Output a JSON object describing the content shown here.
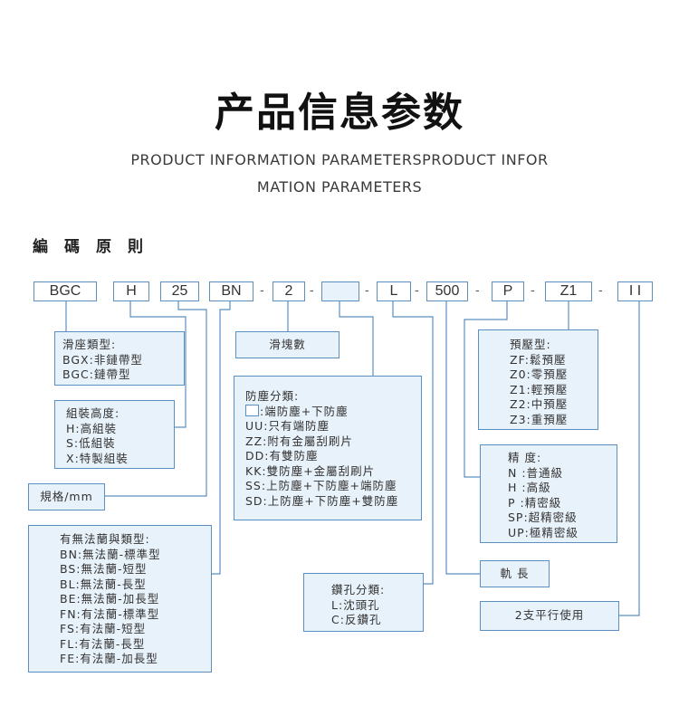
{
  "header": {
    "title": "产品信息参数",
    "subtitle": "PRODUCT INFORMATION PARAMETERSPRODUCT INFORMATION PARAMETERS"
  },
  "section_title": "編碼原則",
  "codes": [
    "BGC",
    "H",
    "25",
    "BN",
    "2",
    "",
    "L",
    "500",
    "P",
    "Z1",
    "I I"
  ],
  "separator": "-",
  "boxes": {
    "slider_type": {
      "title": "滑座類型:",
      "lines": [
        "BGX:非鏈帶型",
        "BGC:鏈帶型"
      ]
    },
    "assembly_height": {
      "title": "組裝高度:",
      "lines": [
        "H:高組裝",
        "S:低組裝",
        "X:特製組裝"
      ]
    },
    "spec": {
      "title": "規格/mm"
    },
    "flange": {
      "title": "有無法蘭與類型:",
      "lines": [
        "BN:無法蘭-標準型",
        "BS:無法蘭-短型",
        "BL:無法蘭-長型",
        "BE:無法蘭-加長型",
        "FN:有法蘭-標準型",
        "FS:有法蘭-短型",
        "FL:有法蘭-長型",
        "FE:有法蘭-加長型"
      ]
    },
    "block_count": {
      "title": "滑塊數"
    },
    "dust": {
      "title": "防塵分類:",
      "blank_line": ":端防塵+下防塵",
      "lines": [
        "UU:只有端防塵",
        "ZZ:附有金屬刮刷片",
        "DD:有雙防塵",
        "KK:雙防塵+金屬刮刷片",
        "SS:上防塵+下防塵+端防塵",
        "SD:上防塵+下防塵+雙防塵"
      ]
    },
    "drill": {
      "title": "鑽孔分類:",
      "lines": [
        "L:沈頭孔",
        "C:反鑽孔"
      ]
    },
    "rail_length": {
      "title": "軌 長"
    },
    "preload": {
      "title": "預壓型:",
      "lines": [
        "ZF:鬆預壓",
        "Z0:零預壓",
        "Z1:輕預壓",
        "Z2:中預壓",
        "Z3:重預壓"
      ]
    },
    "precision": {
      "title": "精 度:",
      "lines": [
        "N :普通級",
        "H :高級",
        "P :精密級",
        "SP:超精密級",
        "UP:極精密級"
      ]
    },
    "parallel": {
      "title": "2支平行使用"
    }
  }
}
